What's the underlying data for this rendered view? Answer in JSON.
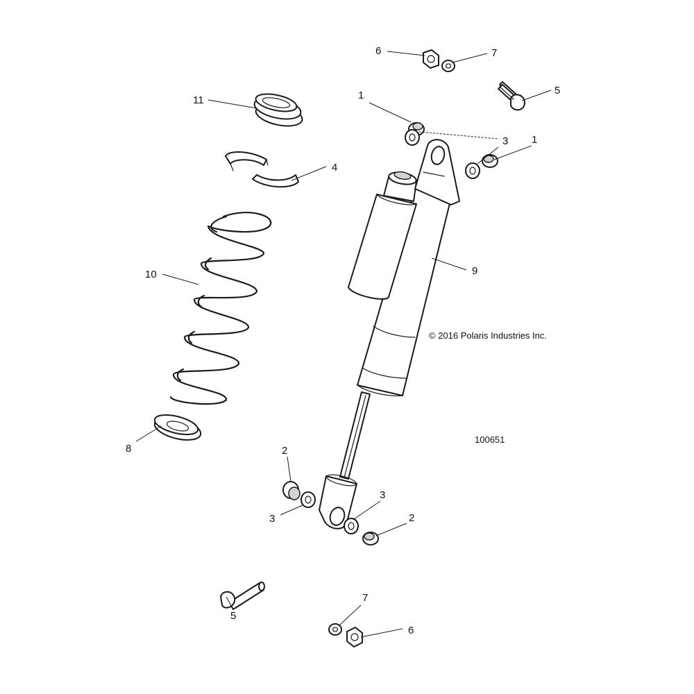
{
  "copyright": "© 2016 Polaris Industries Inc.",
  "diagram_number": "100651",
  "callouts": {
    "c1a": "1",
    "c1b": "1",
    "c2a": "2",
    "c2b": "2",
    "c3a": "3",
    "c3b": "3",
    "c3c": "3",
    "c4": "4",
    "c5a": "5",
    "c5b": "5",
    "c6a": "6",
    "c6b": "6",
    "c7a": "7",
    "c7b": "7",
    "c8": "8",
    "c9": "9",
    "c10": "10",
    "c11": "11"
  }
}
